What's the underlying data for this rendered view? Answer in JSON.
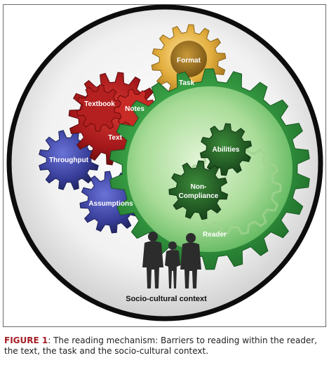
{
  "diagram": {
    "labels": {
      "format": "Format",
      "task": "Task",
      "textbook": "Textbook",
      "notes": "Notes",
      "text": "Text",
      "throughput": "Throughput",
      "assumptions": "Assumptions",
      "abilities": "Abilities",
      "non_compliance_1": "Non-",
      "non_compliance_2": "Compliance",
      "reader": "Reader",
      "context": "Socio-cultural context"
    },
    "icons": [
      "gear-icon",
      "people-silhouette-icon"
    ],
    "colors": {
      "task_gear": "#d9a635",
      "text_gear": "#a8191d",
      "throughput_gear": "#3a3f9b",
      "reader_gear": "#2e9a3e",
      "inner_green": "#1f5a22"
    }
  },
  "caption": {
    "figure_label": "FIGURE 1",
    "text": ": The reading mechanism: Barriers to reading within the reader, the text, the task and the socio-cultural context."
  }
}
